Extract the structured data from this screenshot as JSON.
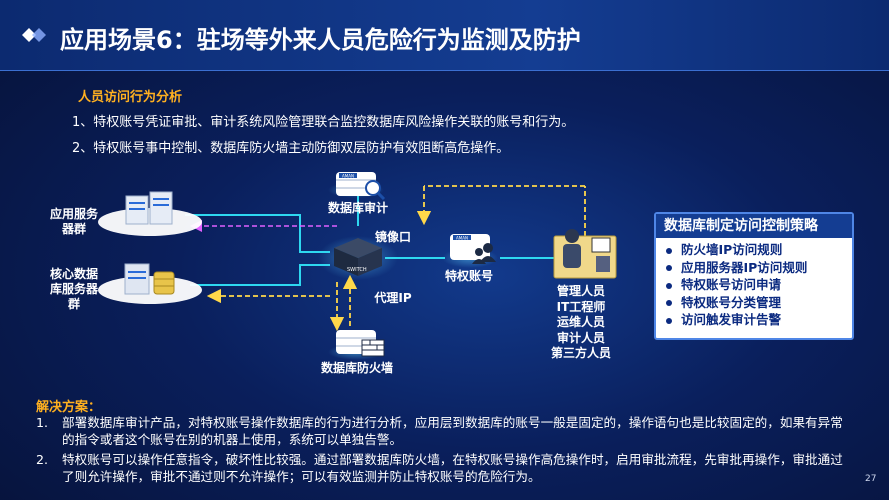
{
  "header": {
    "title": "应用场景6：驻场等外来人员危险行为监测及防护"
  },
  "analysis": {
    "title": "人员访问行为分析",
    "items": [
      "1、特权账号凭证审批、审计系统风险管理联合监控数据库风险操作关联的账号和行为。",
      "2、特权账号事中控制、数据库防火墙主动防御双层防护有效阻断高危操作。"
    ]
  },
  "diagram": {
    "app_servers": "应用服务器群",
    "core_servers": "核心数据库服务器群",
    "db_audit": "数据库审计",
    "mirror_port": "镜像口",
    "proxy_ip": "代理IP",
    "db_firewall": "数据库防火墙",
    "privileged_account": "特权账号",
    "switch_label": "SWITCH",
    "device_tag": "AMAN",
    "roles": [
      "管理人员",
      "IT工程师",
      "运维人员",
      "审计人员",
      "第三方人员"
    ]
  },
  "policy": {
    "title": "数据库制定访问控制策略",
    "items": [
      "防火墙IP访问规则",
      "应用服务器IP访问规则",
      "特权账号访问申请",
      "特权账号分类管理",
      "访问触发审计告警"
    ]
  },
  "solution": {
    "title": "解决方案：",
    "items": [
      {
        "num": "1.",
        "text": "部署数据库审计产品，对特权账号操作数据库的行为进行分析，应用层到数据库的账号一般是固定的，操作语句也是比较固定的，如果有异常的指令或者这个账号在别的机器上使用，系统可以单独告警。"
      },
      {
        "num": "2.",
        "text": "特权账号可以操作任意指令，破坏性比较强。通过部署数据库防火墙，在特权账号操作高危操作时，启用审批流程，先审批再操作，审批通过了则允许操作，审批不通过则不允许操作；可以有效监测并防止特权账号的危险行为。"
      }
    ]
  },
  "page": {
    "number": "27"
  },
  "colors": {
    "accent": "#ffb020",
    "cyan_link": "#2ed8f0",
    "audit_link": "#e060ff",
    "dashed_link": "#ffd84a",
    "policy_text": "#0b2a80"
  }
}
